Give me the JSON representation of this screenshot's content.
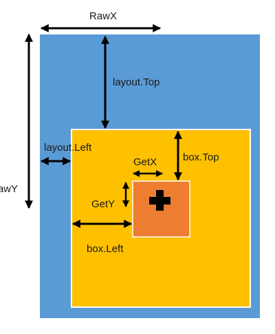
{
  "labels": {
    "raw_x": "RawX",
    "raw_y": "RawY",
    "layout_top": "layout.Top",
    "layout_left": "layout.Left",
    "get_x": "GetX",
    "get_y": "GetY",
    "box_top": "box.Top",
    "box_left": "box.Left"
  },
  "colors": {
    "layout_fill": "#5b9bd5",
    "box_fill": "#ffc000",
    "box_outline": "#ffffff",
    "touch_fill": "#ed7d31",
    "arrow": "#000000",
    "text": "#1a1a1a"
  },
  "icons": {
    "touch_point": "plus-cross-icon"
  }
}
